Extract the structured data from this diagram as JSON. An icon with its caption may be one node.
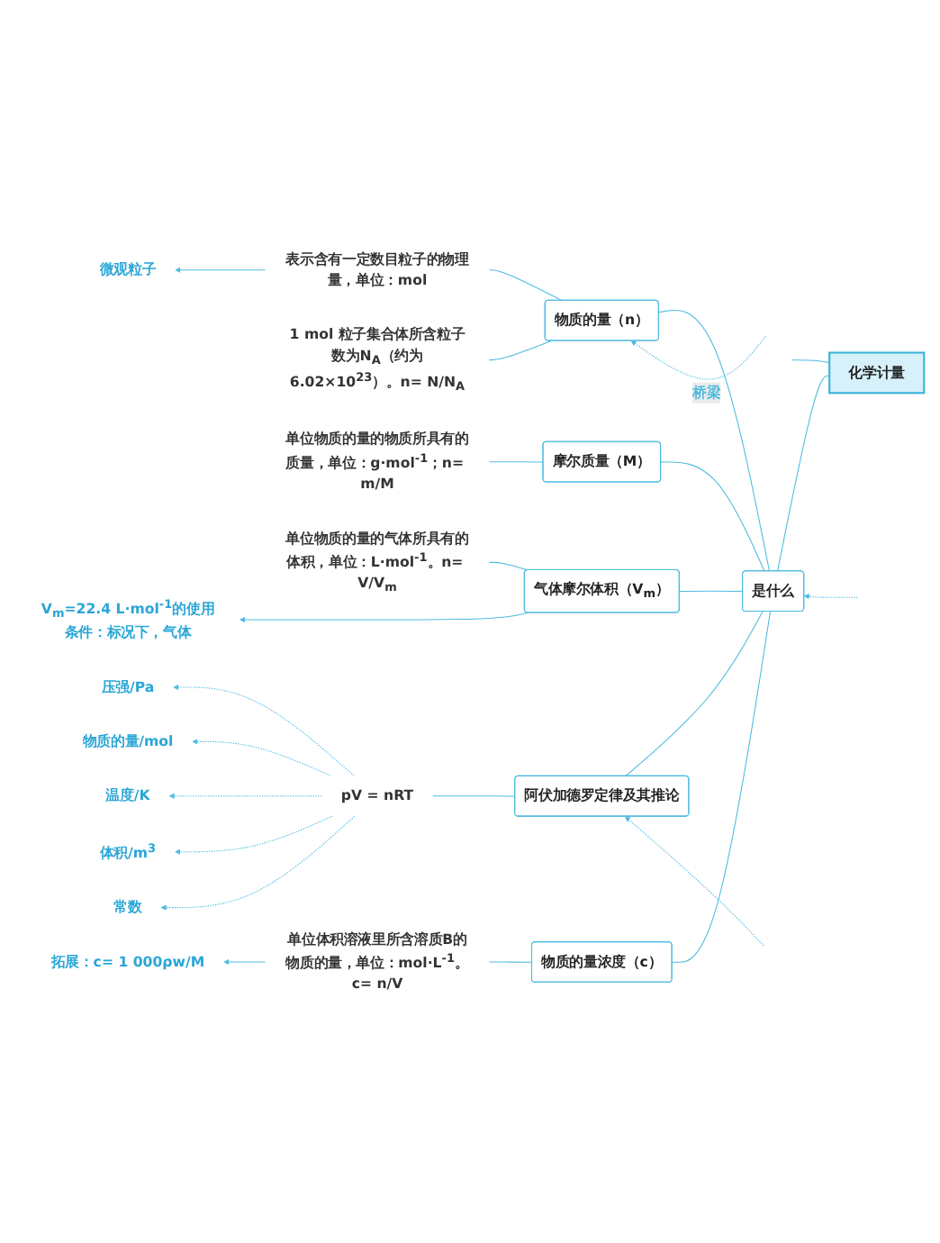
{
  "diagram": {
    "nodes": [
      {
        "text": [
          "化学计量"
        ]
      },
      {
        "text": [
          "是什么"
        ]
      },
      {
        "text": [
          "物质的量（n）"
        ]
      },
      {
        "text": [
          "摩尔质量（M）"
        ]
      },
      {
        "text": [
          "气体摩尔体积（V$_{m}$）"
        ]
      },
      {
        "text": [
          "阿伏加德罗定律及其推论"
        ]
      },
      {
        "text": [
          "物质的量浓度（c）"
        ]
      },
      {
        "text": [
          "表示含有一定数目粒子的物理量，单位：mol"
        ]
      },
      {
        "text": [
          "1 mol 粒子集合体所含粒子数为N$_{A}$（约为6.02×10$^{23}$）。n= N/N$_{A}$"
        ]
      },
      {
        "text": [
          "单位物质的量的物质所具有的质量，单位：g·mol$^{-1}$；n= m/M"
        ]
      },
      {
        "text": [
          "单位物质的量的气体所具有的体积，单位：L·mol$^{-1}$。n= V/V$_{m}$"
        ]
      },
      {
        "text": [
          "V$_{m}$=22.4 L·mol$^{-1}$的使用条件：标况下，气体"
        ]
      },
      {
        "text": [
          "pV = nRT"
        ]
      },
      {
        "text": [
          "压强/Pa"
        ]
      },
      {
        "text": [
          "物质的量/mol"
        ]
      },
      {
        "text": [
          "温度/K"
        ]
      },
      {
        "text": [
          "体积/m$^{3}$"
        ]
      },
      {
        "text": [
          "常数"
        ]
      },
      {
        "text": [
          "单位体积溶液里所含溶质B的物质的量，单位：mol·L$^{-1}$。c= n/V"
        ]
      },
      {
        "text": [
          "拓展：c= 1 000ρw/M"
        ]
      },
      {
        "text": [
          "微观粒子"
        ]
      }
    ],
    "edges": [
      {
        "from": 0,
        "to": 1,
        "arrow": "none"
      },
      {
        "from": 0,
        "to": null,
        "arrow": "none"
      },
      {
        "from": 1,
        "to": 2,
        "arrow": "none"
      },
      {
        "from": 1,
        "to": 3,
        "arrow": "none"
      },
      {
        "from": 1,
        "to": 4,
        "arrow": "none"
      },
      {
        "from": 1,
        "to": 5,
        "arrow": "none"
      },
      {
        "from": 1,
        "to": 6,
        "arrow": "none"
      },
      {
        "from": 2,
        "to": 7,
        "arrow": "none"
      },
      {
        "from": 2,
        "to": 8,
        "arrow": "none"
      },
      {
        "from": 7,
        "to": 20,
        "arrow": "to"
      },
      {
        "from": 3,
        "to": 9,
        "arrow": "none"
      },
      {
        "from": 4,
        "to": 10,
        "arrow": "none"
      },
      {
        "from": 4,
        "to": 11,
        "arrow": "to"
      },
      {
        "from": 5,
        "to": 12,
        "arrow": "none"
      },
      {
        "from": 12,
        "to": 13,
        "arrow": "to",
        "style": "dashed"
      },
      {
        "from": 12,
        "to": 14,
        "arrow": "to",
        "style": "dashed"
      },
      {
        "from": 12,
        "to": 15,
        "arrow": "to",
        "style": "dashed"
      },
      {
        "from": 12,
        "to": 16,
        "arrow": "to",
        "style": "dashed"
      },
      {
        "from": 12,
        "to": 17,
        "arrow": "to",
        "style": "dashed"
      },
      {
        "from": 6,
        "to": 18,
        "arrow": "none"
      },
      {
        "from": 18,
        "to": 19,
        "arrow": "to"
      },
      {
        "from": null,
        "to": 2,
        "arrow": "to",
        "style": "dashed",
        "label": "桥梁"
      },
      {
        "from": null,
        "to": 1,
        "arrow": "to",
        "style": "dashed"
      },
      {
        "from": null,
        "to": 5,
        "arrow": "to",
        "style": "dashed"
      }
    ]
  }
}
